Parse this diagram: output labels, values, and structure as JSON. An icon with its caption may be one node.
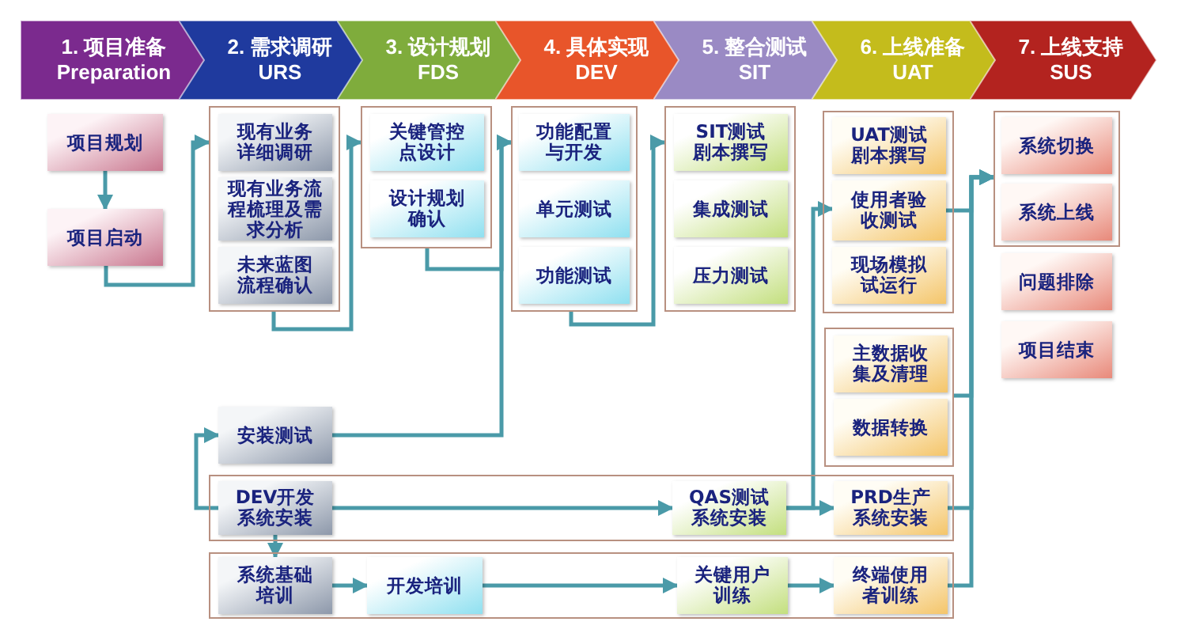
{
  "diagram": {
    "nodes": [
      {
        "text": [
          "1. 项目准备 Preparation"
        ]
      },
      {
        "text": [
          "2. 需求调研 URS"
        ]
      },
      {
        "text": [
          "3. 设计规划 FDS"
        ]
      },
      {
        "text": [
          "4. 具体实现 DEV"
        ]
      },
      {
        "text": [
          "5. 整合测试 SIT"
        ]
      },
      {
        "text": [
          "6. 上线准备 UAT"
        ]
      },
      {
        "text": [
          "7. 上线支持 SUS"
        ]
      },
      {
        "text": [
          "项目规划"
        ]
      },
      {
        "text": [
          "项目启动"
        ]
      },
      {
        "text": [],
        "shape": "box"
      },
      {
        "text": [
          "现有业务详细调研"
        ],
        "in": 9
      },
      {
        "text": [
          "现有业务流程梳理及需求分析"
        ],
        "in": 9
      },
      {
        "text": [
          "未来蓝图流程确认"
        ],
        "in": 9
      },
      {
        "text": [],
        "shape": "box"
      },
      {
        "text": [
          "关键管控点设计"
        ],
        "in": 13
      },
      {
        "text": [
          "设计规划确认"
        ],
        "in": 13
      },
      {
        "text": [],
        "shape": "box"
      },
      {
        "text": [
          "功能配置与开发"
        ],
        "in": 16
      },
      {
        "text": [
          "单元测试"
        ],
        "in": 16
      },
      {
        "text": [
          "功能测试"
        ],
        "in": 16
      },
      {
        "text": [],
        "shape": "box"
      },
      {
        "text": [
          "SIT测试剧本撰写"
        ],
        "in": 20
      },
      {
        "text": [
          "集成测试"
        ],
        "in": 20
      },
      {
        "text": [
          "压力测试"
        ],
        "in": 20
      },
      {
        "text": [],
        "shape": "box"
      },
      {
        "text": [
          "UAT测试剧本撰写"
        ],
        "in": 24
      },
      {
        "text": [
          "使用者验收测试"
        ],
        "in": 24
      },
      {
        "text": [
          "现场模拟试运行"
        ],
        "in": 24
      },
      {
        "text": [],
        "shape": "box"
      },
      {
        "text": [
          "主数据收集及清理"
        ],
        "in": 28
      },
      {
        "text": [
          "数据转换"
        ],
        "in": 28
      },
      {
        "text": [],
        "shape": "box"
      },
      {
        "text": [
          "系统切换"
        ],
        "in": 31
      },
      {
        "text": [
          "系统上线"
        ],
        "in": 31
      },
      {
        "text": [
          "问题排除"
        ]
      },
      {
        "text": [
          "项目结束"
        ]
      },
      {
        "text": [
          "安装测试"
        ]
      },
      {
        "text": [],
        "shape": "box"
      },
      {
        "text": [
          "DEV开发系统安装"
        ],
        "in": 37
      },
      {
        "text": [
          "QAS测试系统安装"
        ],
        "in": 37
      },
      {
        "text": [
          "PRD生产系统安装"
        ],
        "in": 37
      },
      {
        "text": [],
        "shape": "box"
      },
      {
        "text": [
          "系统基础培训"
        ],
        "in": 41
      },
      {
        "text": [
          "开发培训"
        ],
        "in": 41
      },
      {
        "text": [
          "关键用户训练"
        ],
        "in": 41
      },
      {
        "text": [
          "终端使用者训练"
        ],
        "in": 41
      }
    ],
    "edges": [
      {
        "from": 7,
        "to": 8,
        "arrow": "to"
      },
      {
        "from": 8,
        "to": 9,
        "arrow": "to"
      },
      {
        "from": 9,
        "to": 13,
        "arrow": "to"
      },
      {
        "from": 13,
        "to": 16,
        "arrow": "to"
      },
      {
        "from": 16,
        "to": 20,
        "arrow": "to"
      },
      {
        "from": 36,
        "to": 16,
        "arrow": "to"
      },
      {
        "from": 38,
        "to": 36,
        "arrow": "to"
      },
      {
        "from": 38,
        "to": 39,
        "arrow": "to"
      },
      {
        "from": 39,
        "to": 40,
        "arrow": "to"
      },
      {
        "from": 39,
        "to": 26,
        "arrow": "to"
      },
      {
        "from": 38,
        "to": 42,
        "arrow": "to"
      },
      {
        "from": 42,
        "to": 43,
        "arrow": "to"
      },
      {
        "from": 43,
        "to": 44,
        "arrow": "to"
      },
      {
        "from": 44,
        "to": 45,
        "arrow": "to"
      },
      {
        "from": 26,
        "to": 31,
        "arrow": "to"
      },
      {
        "from": 28,
        "to": 31,
        "arrow": "to"
      },
      {
        "from": 40,
        "to": 31,
        "arrow": "to"
      },
      {
        "from": 45,
        "to": 31,
        "arrow": "to"
      }
    ]
  }
}
